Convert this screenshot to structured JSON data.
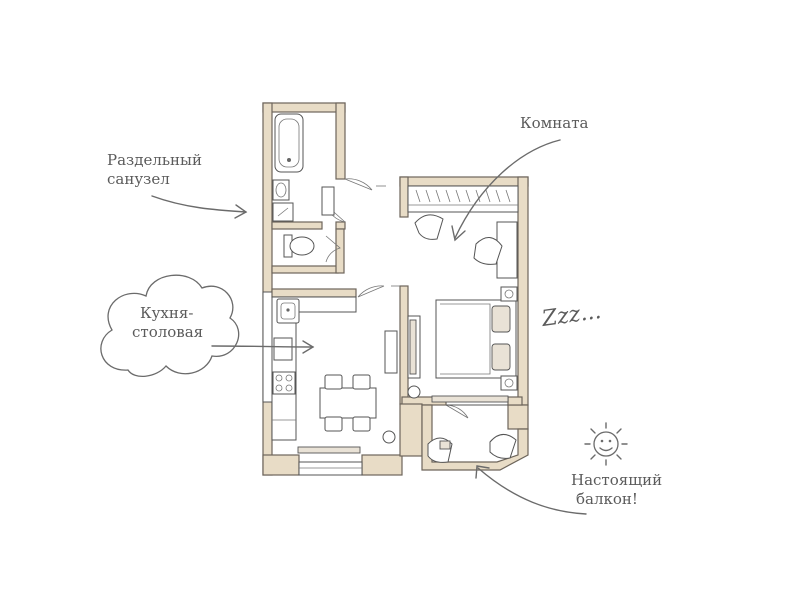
{
  "labels": {
    "bathroom_line1": "Раздельный",
    "bathroom_line2": "санузел",
    "room": "Комната",
    "kitchen_line1": "Кухня-",
    "kitchen_line2": "столовая",
    "balcony_line1": "Настоящий",
    "balcony_line2": "балкон!",
    "sleep": "Zzz..."
  },
  "colors": {
    "wall_fill": "#e8dcc6",
    "wall_stroke": "#6d655b",
    "text": "#5b5b5b",
    "arrow": "#6b6b6b"
  },
  "icons": [
    "sun-icon",
    "cloud-icon",
    "bed-icon",
    "bathtub-icon",
    "toilet-icon",
    "stove-icon",
    "sink-icon",
    "armchair-icon"
  ]
}
